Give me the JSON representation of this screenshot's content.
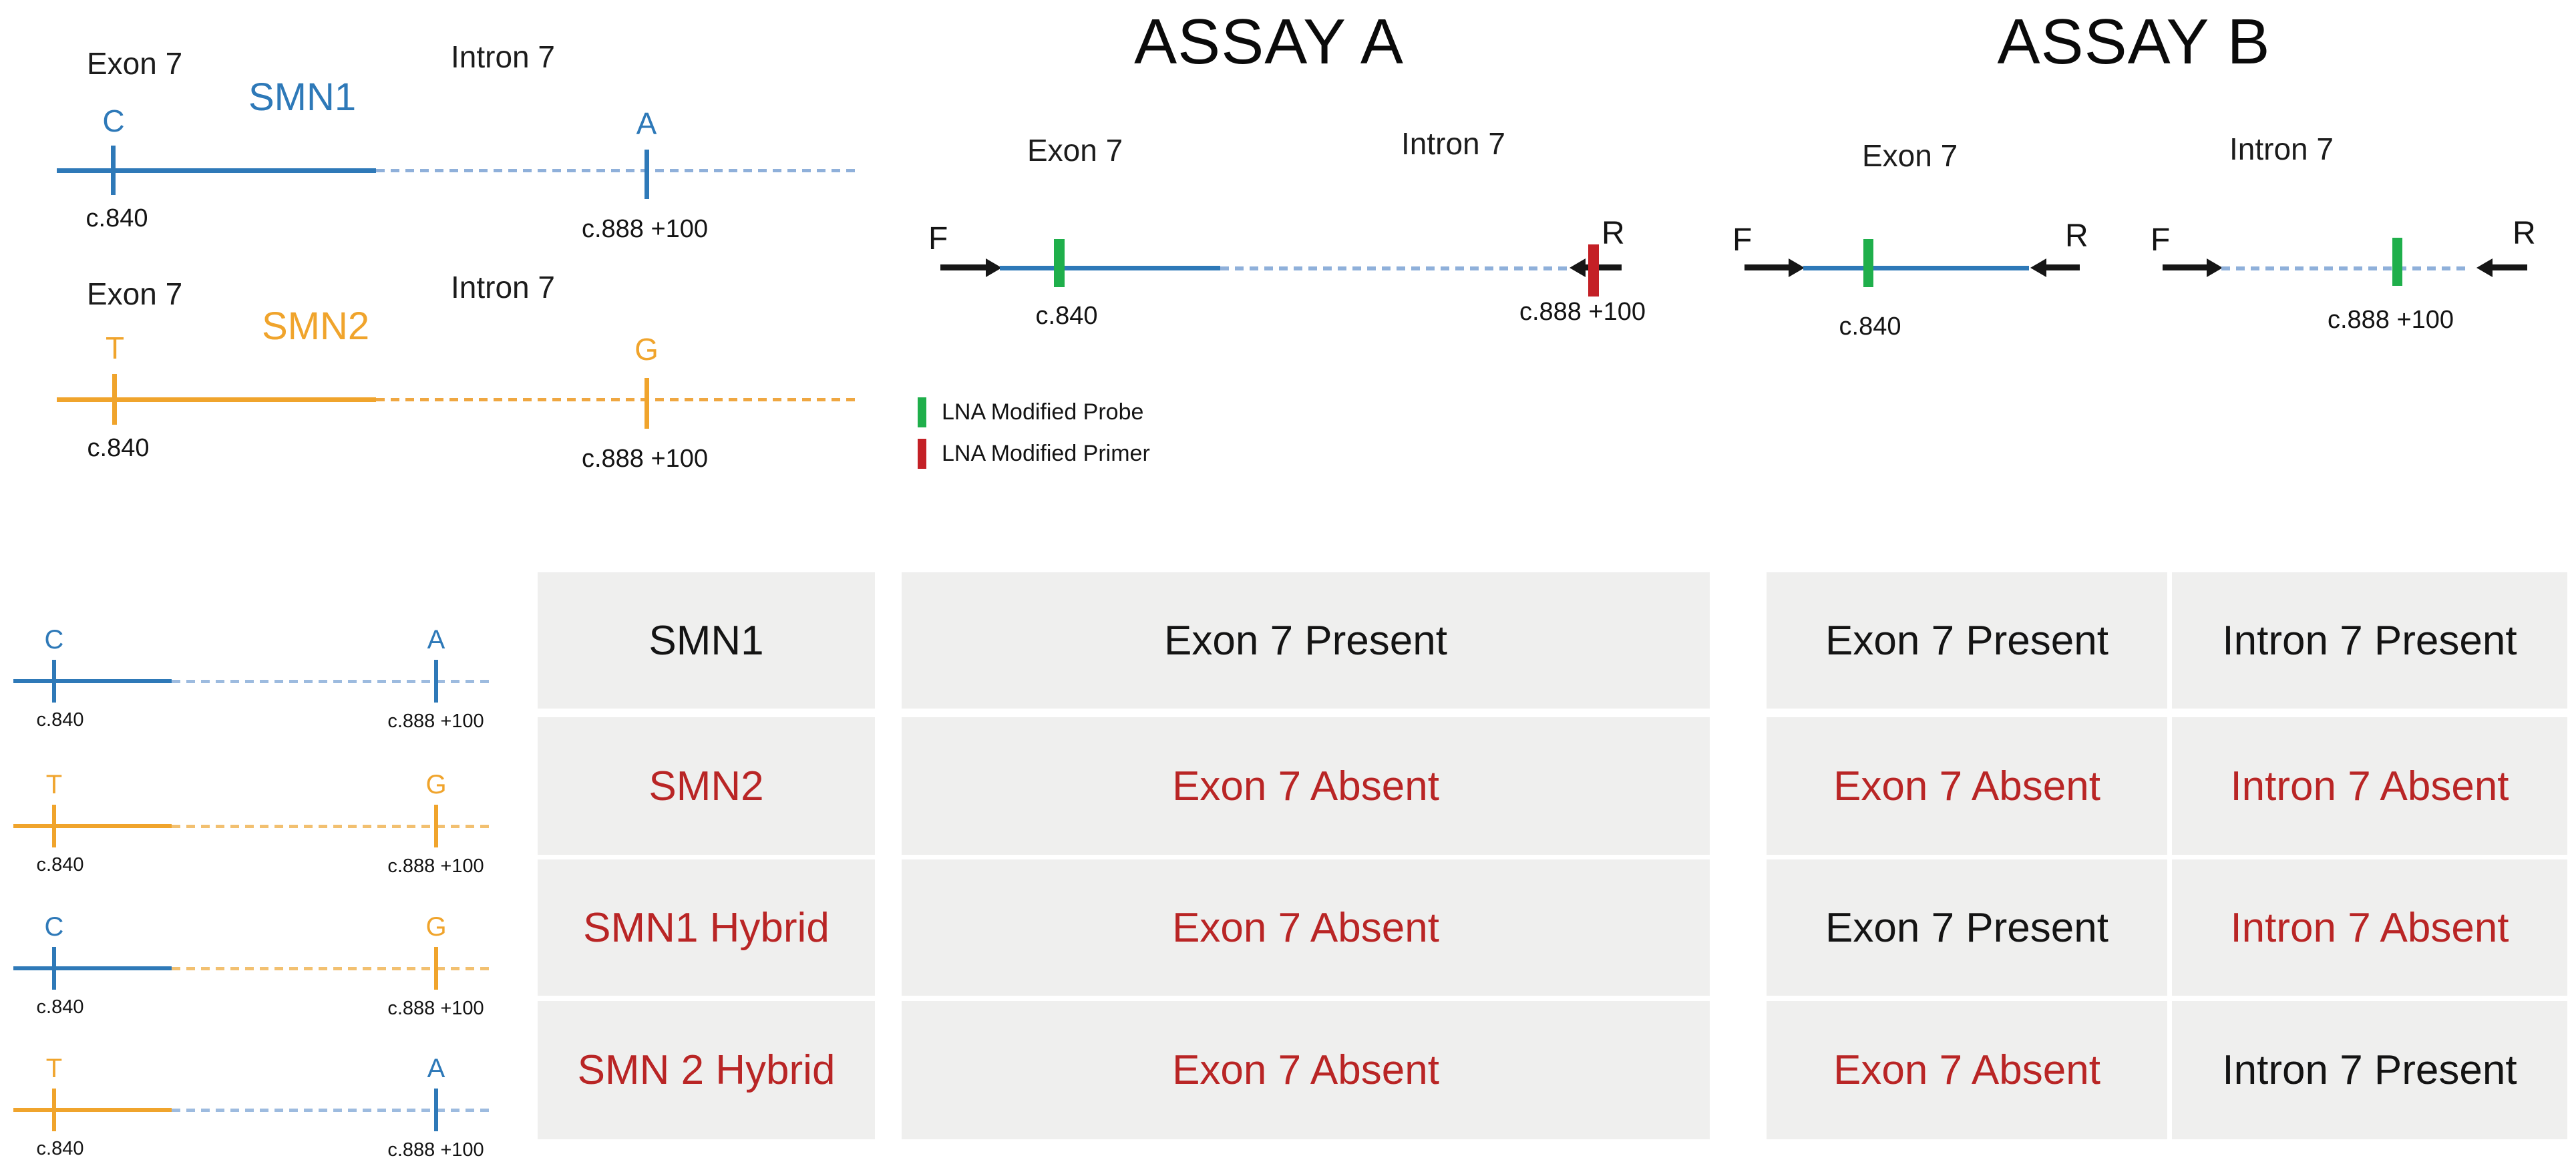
{
  "palette": {
    "blue": "#2e79b8",
    "blue_light": "#9dbbdf",
    "orange": "#f0a42c",
    "orange_light": "#f2c070",
    "green": "#1faf4b",
    "primer_red": "#c42026",
    "red": "#b92525",
    "black": "#141414",
    "cell_bg": "#efefee"
  },
  "gene_maps": {
    "smn1": {
      "exon_label": "Exon 7",
      "intron_label": "Intron 7",
      "gene": "SMN1",
      "left_allele": "C",
      "right_allele": "A",
      "left_pos": "c.840",
      "right_pos": "c.888 +100"
    },
    "smn2": {
      "exon_label": "Exon 7",
      "intron_label": "Intron 7",
      "gene": "SMN2",
      "left_allele": "T",
      "right_allele": "G",
      "left_pos": "c.840",
      "right_pos": "c.888 +100"
    }
  },
  "assay_a": {
    "title": "ASSAY A",
    "exon_label": "Exon 7",
    "intron_label": "Intron 7",
    "forward_primer": "F",
    "reverse_primer": "R",
    "probe_pos": "c.840",
    "primer_pos": "c.888 +100",
    "legend": {
      "probe": "LNA Modified Probe",
      "primer": "LNA Modified Primer"
    }
  },
  "assay_b": {
    "title": "ASSAY B",
    "exon_panel": {
      "label": "Exon 7",
      "forward_primer": "F",
      "reverse_primer": "R",
      "probe_pos": "c.840"
    },
    "intron_panel": {
      "label": "Intron 7",
      "forward_primer": "F",
      "reverse_primer": "R",
      "probe_pos": "c.888 +100"
    }
  },
  "results_table": {
    "rows": [
      {
        "name": "SMN1",
        "name_color": "black",
        "assay_a_result": "Exon 7 Present",
        "assay_a_color": "black",
        "assay_b_exon_result": "Exon 7 Present",
        "assay_b_exon_color": "black",
        "assay_b_intron_result": "Intron 7 Present",
        "assay_b_intron_color": "black",
        "map": {
          "left_allele": "C",
          "right_allele": "A",
          "left_pos": "c.840",
          "right_pos": "c.888 +100",
          "solid_color": "blue",
          "dash_color": "blue-light",
          "left_color": "blue",
          "right_color": "blue"
        }
      },
      {
        "name": "SMN2",
        "name_color": "red",
        "assay_a_result": "Exon 7 Absent",
        "assay_a_color": "red",
        "assay_b_exon_result": "Exon 7 Absent",
        "assay_b_exon_color": "red",
        "assay_b_intron_result": "Intron 7 Absent",
        "assay_b_intron_color": "red",
        "map": {
          "left_allele": "T",
          "right_allele": "G",
          "left_pos": "c.840",
          "right_pos": "c.888 +100",
          "solid_color": "orange",
          "dash_color": "orange-light",
          "left_color": "orange",
          "right_color": "orange"
        }
      },
      {
        "name": "SMN1 Hybrid",
        "name_color": "red",
        "assay_a_result": "Exon 7 Absent",
        "assay_a_color": "red",
        "assay_b_exon_result": "Exon 7 Present",
        "assay_b_exon_color": "black",
        "assay_b_intron_result": "Intron 7 Absent",
        "assay_b_intron_color": "red",
        "map": {
          "left_allele": "C",
          "right_allele": "G",
          "left_pos": "c.840",
          "right_pos": "c.888 +100",
          "solid_color": "blue",
          "dash_color": "orange-light",
          "left_color": "blue",
          "right_color": "orange"
        }
      },
      {
        "name": "SMN 2 Hybrid",
        "name_color": "red",
        "assay_a_result": "Exon 7 Absent",
        "assay_a_color": "red",
        "assay_b_exon_result": "Exon 7 Absent",
        "assay_b_exon_color": "red",
        "assay_b_intron_result": "Intron 7 Present",
        "assay_b_intron_color": "black",
        "map": {
          "left_allele": "T",
          "right_allele": "A",
          "left_pos": "c.840",
          "right_pos": "c.888 +100",
          "solid_color": "orange",
          "dash_color": "blue-light",
          "left_color": "orange",
          "right_color": "blue"
        }
      }
    ]
  }
}
